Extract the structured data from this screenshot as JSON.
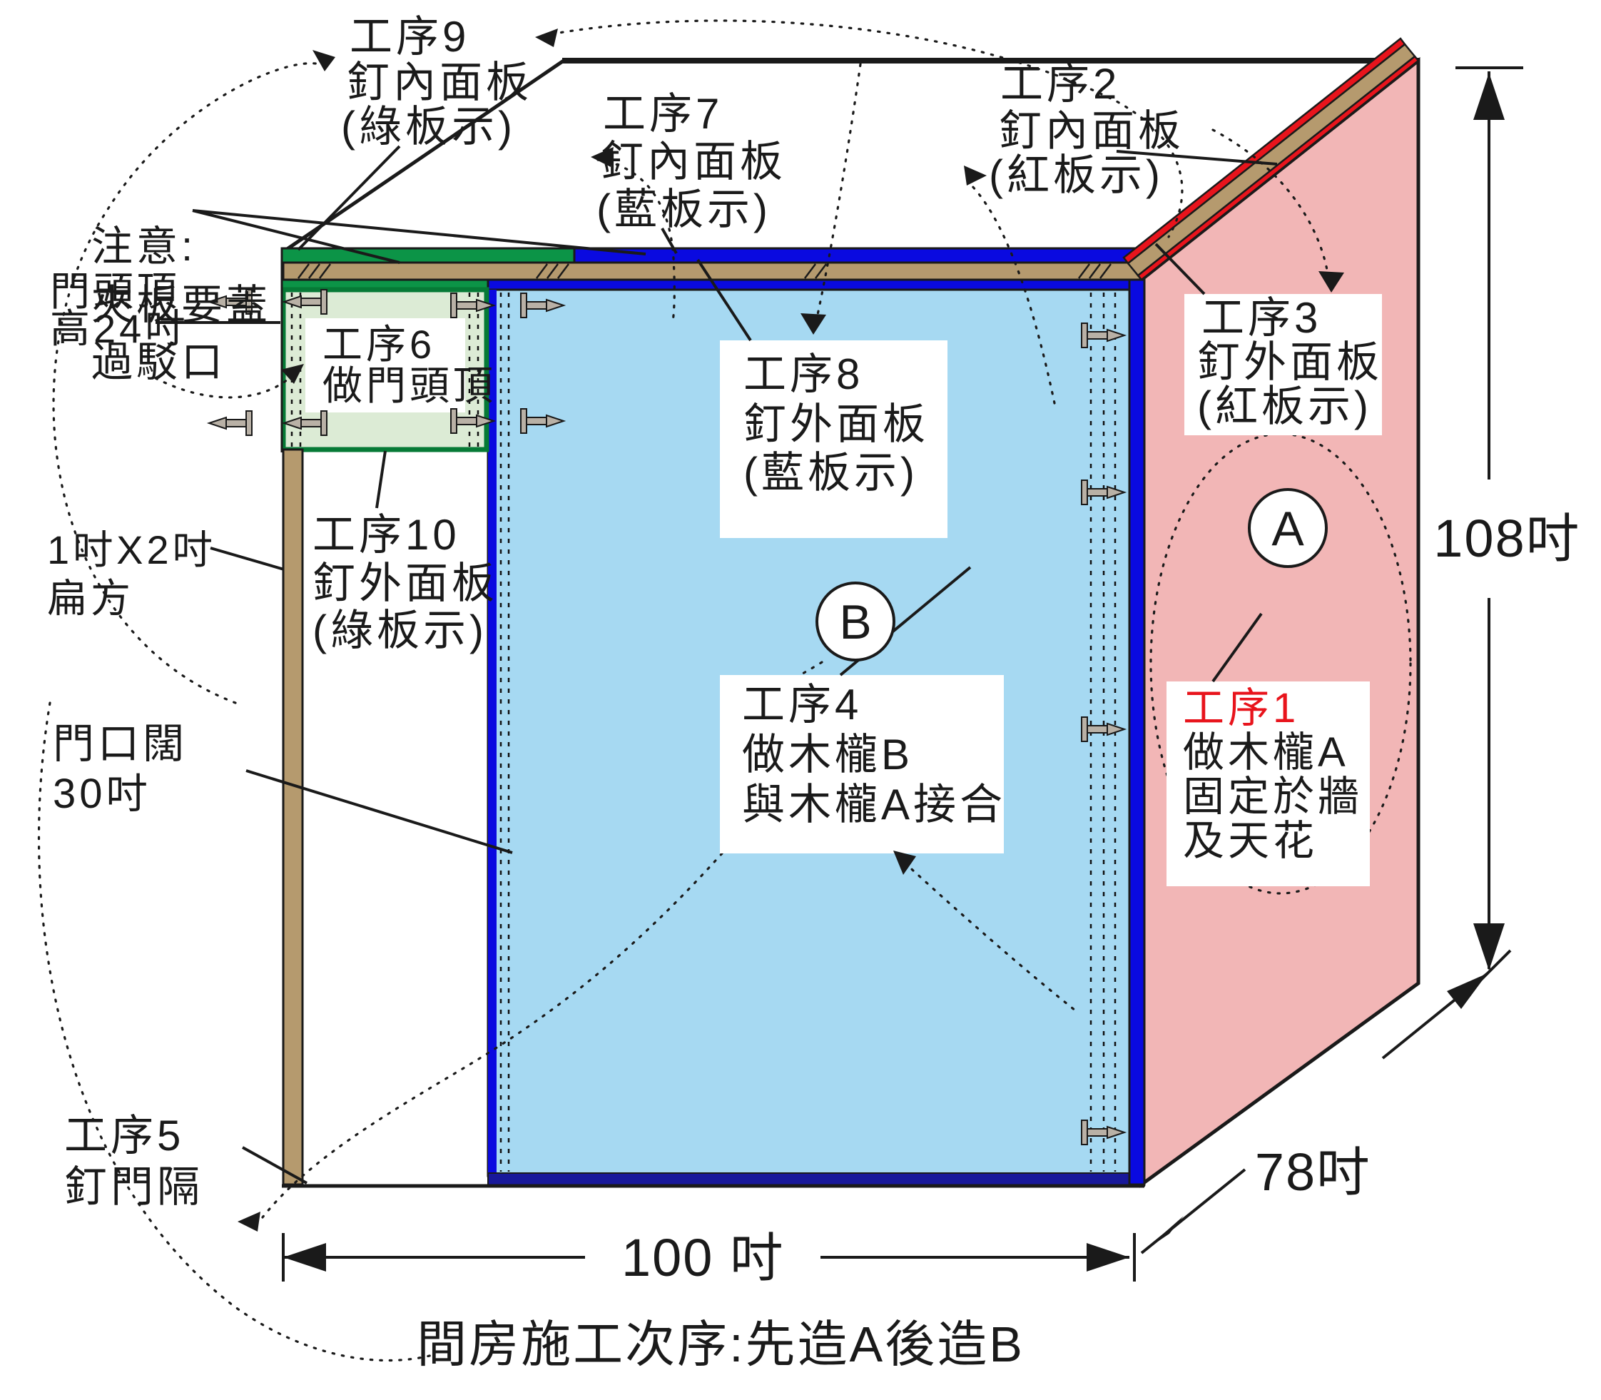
{
  "caption": "間房施工次序:先造A後造B",
  "dimensions": {
    "height": "108吋",
    "width": "100 吋",
    "depth": "78吋"
  },
  "labels": {
    "note": [
      "注意:",
      "夾板要蓋",
      "過駁口"
    ],
    "step9": [
      "工序9",
      "釘內面板",
      "(綠板示)"
    ],
    "step7": [
      "工序7",
      "釘內面板",
      "(藍板示)"
    ],
    "step2": [
      "工序2",
      "釘內面板",
      "(紅板示)"
    ],
    "step3": [
      "工序3",
      "釘外面板",
      "(紅板示)"
    ],
    "step8": [
      "工序8",
      "釘外面板",
      "(藍板示)"
    ],
    "step6": [
      "工序6",
      "做門頭頂"
    ],
    "step10": [
      "工序10",
      "釘外面板",
      "(綠板示)"
    ],
    "step4": [
      "工序4",
      "做木櫳B",
      "與木櫳A接合"
    ],
    "step1": [
      "工序1",
      "做木櫳A",
      "固定於牆",
      "及天花"
    ],
    "step5": [
      "工序5",
      "釘門隔"
    ],
    "door_top": [
      "門頭頂",
      "高24吋"
    ],
    "batten": [
      "1吋X2吋",
      "扁方"
    ],
    "door_width": [
      "門口闊",
      "30吋"
    ],
    "wall_a_tag": "A",
    "wall_b_tag": "B"
  },
  "colors": {
    "wall_a_face": "#f2b6b6",
    "wall_b_face": "#a6d9f2",
    "header_face": "#dcebd5",
    "wood_brown": "#b59a6e",
    "strip_green": "#0c9447",
    "strip_blue": "#0a0ae0",
    "strip_red": "#e8141c",
    "edge_navy": "#18189a",
    "ink": "#1a1a1a"
  }
}
